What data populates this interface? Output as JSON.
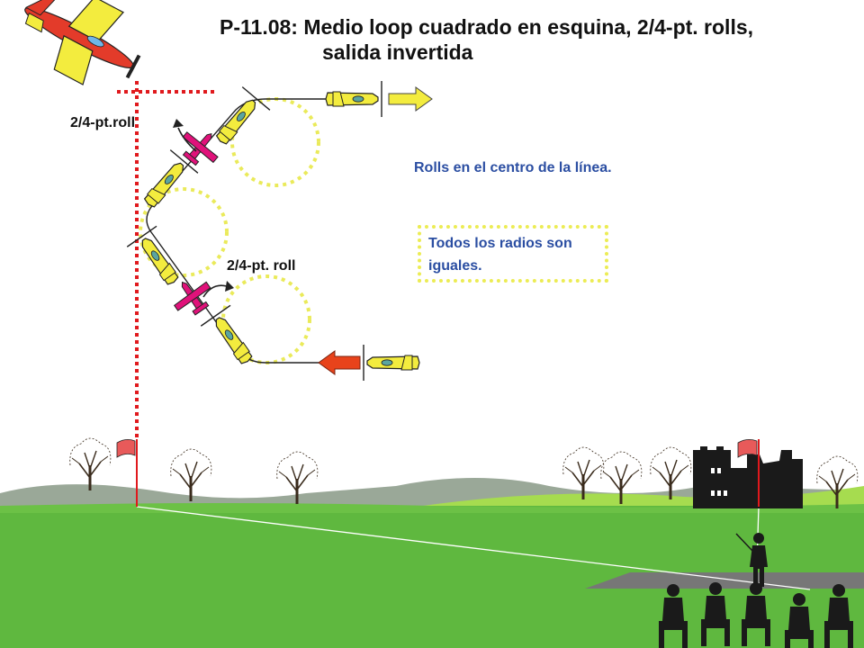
{
  "title_line1": "P-11.08: Medio loop cuadrado en esquina, 2/4-pt. rolls,",
  "title_line2": "salida invertida",
  "labels": {
    "roll_top": "2/4-pt.roll",
    "roll_bottom": "2/4-pt. roll"
  },
  "notes": {
    "center_line": "Rolls en el centro de la línea.",
    "radii": "Todos los radios son iguales."
  },
  "colors": {
    "sky": "#ffffff",
    "grass": "#5fb83f",
    "grass_light": "#a6dc4f",
    "hills": "#9aa898",
    "runway": "#777777",
    "plane_yellow": "#f3ec3e",
    "roll_magenta": "#e0127a",
    "marker_red": "#e0191d",
    "dots_yellow": "#eaea5a",
    "arrow_entry": "#e8431b",
    "arrow_exit": "#f3ec3e",
    "note_text": "#2b4ea2"
  },
  "icons": [
    "aerobatic-plane-logo",
    "tree-icon",
    "flag-icon",
    "castle-icon",
    "pilot-silhouette-icon",
    "spectator-icon",
    "plane-icon",
    "roll-arrow-icon"
  ]
}
